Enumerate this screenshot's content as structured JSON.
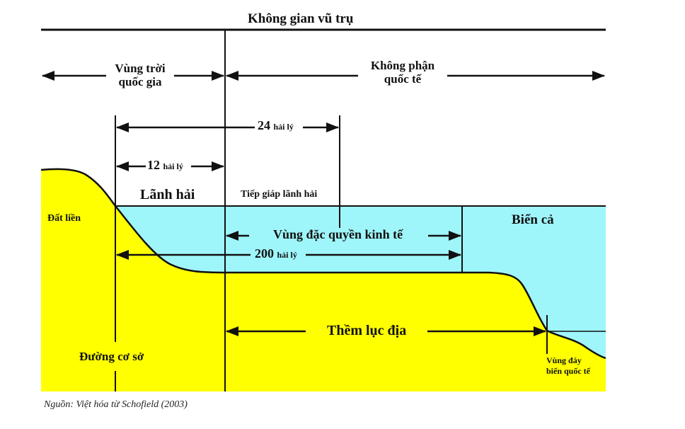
{
  "diagram": {
    "title": "Không gian vũ trụ",
    "airspace": {
      "national": [
        "Vùng trời",
        "quốc gia"
      ],
      "international": [
        "Không phận",
        "quốc tế"
      ]
    },
    "distances": {
      "d24": {
        "value": "24",
        "unit": "hải lý"
      },
      "d12": {
        "value": "12",
        "unit": "hải lý"
      },
      "d200": {
        "value": "200",
        "unit": "hải lý"
      }
    },
    "zones": {
      "territorial_sea": "Lãnh hải",
      "contiguous_zone": "Tiếp giáp lãnh hải",
      "eez": "Vùng đặc quyền kinh tế",
      "high_seas": "Biển cả",
      "continental_shelf": "Thềm lục địa",
      "seabed": [
        "Vùng đáy",
        "biển quốc tế"
      ]
    },
    "land": "Đất liền",
    "baseline": "Đường cơ sở",
    "source": "Nguồn: Việt hóa từ Schofield (2003)",
    "colors": {
      "land": "#ffff00",
      "sea": "#9ff6fa",
      "line": "#111111"
    }
  }
}
